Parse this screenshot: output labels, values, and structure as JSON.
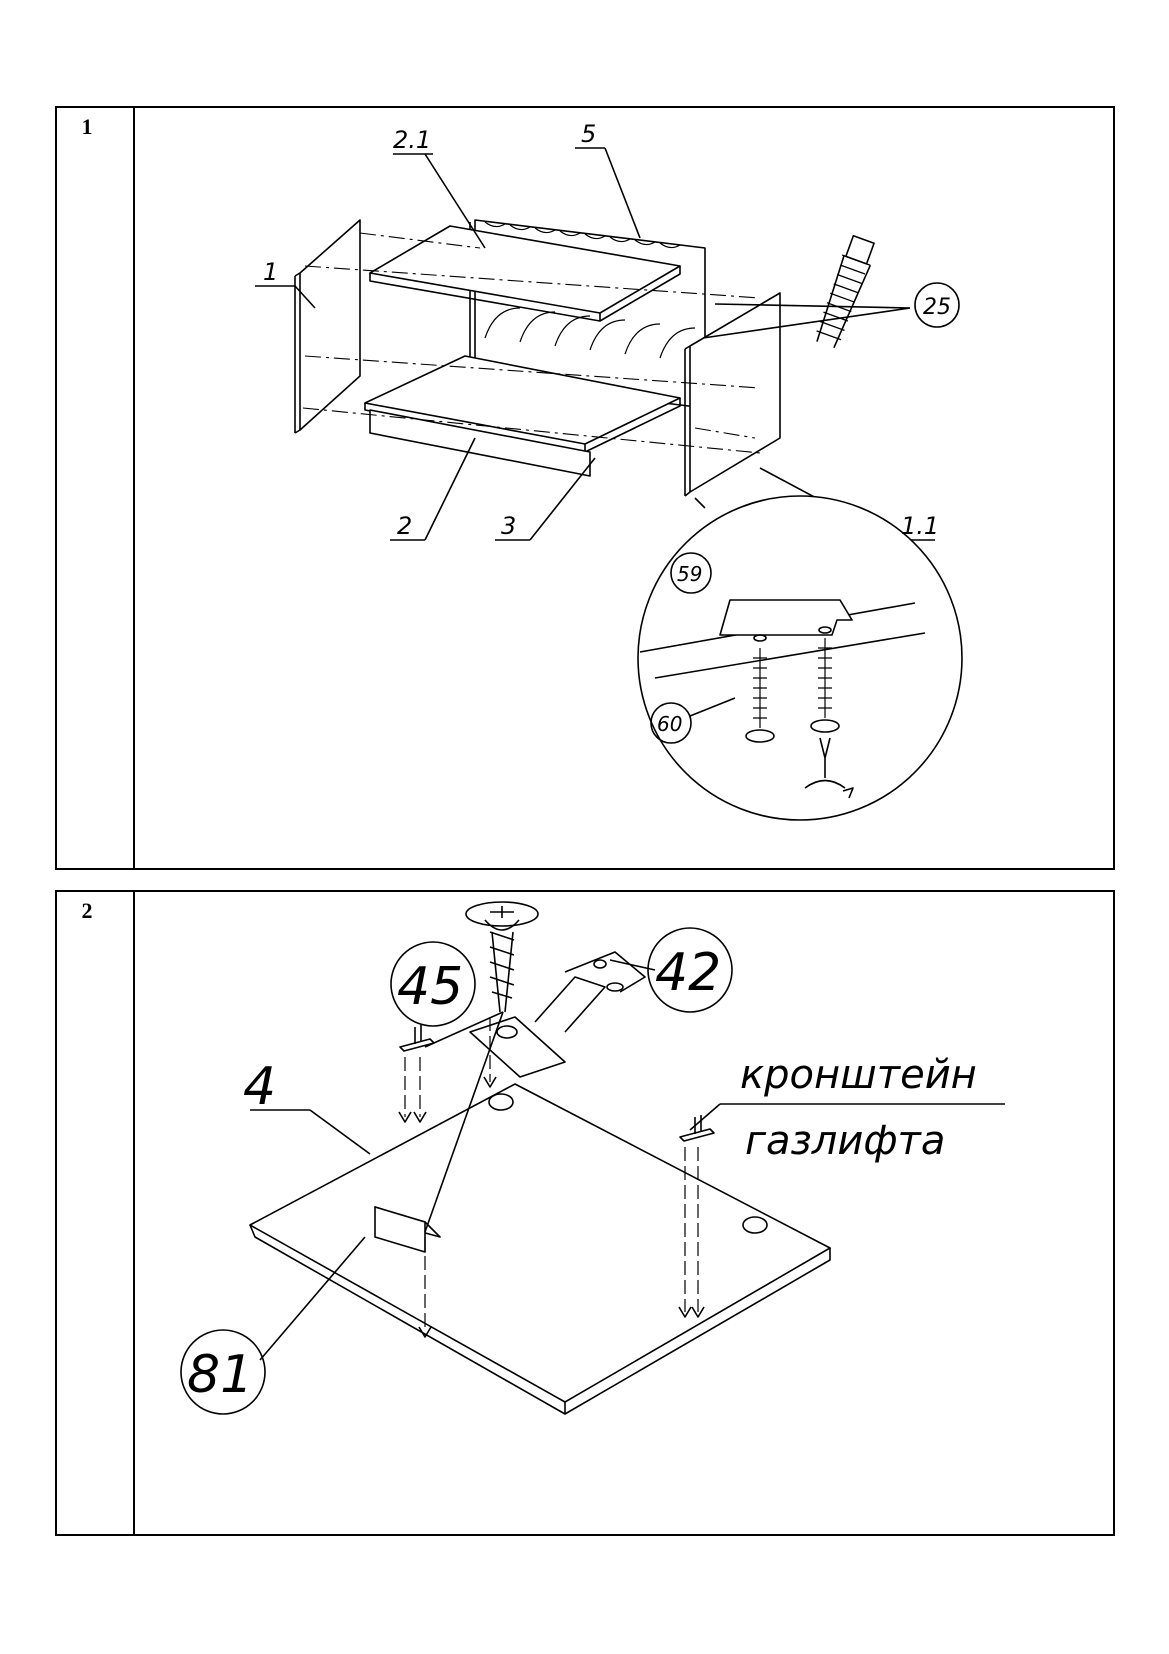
{
  "steps": [
    {
      "number": "1",
      "labels": {
        "side_left": "1",
        "top_shelf": "2.1",
        "back": "5",
        "dowel_callout": "25",
        "bottom_shelf": "2",
        "plinth": "3",
        "side_right": "1.1",
        "bracket": "59",
        "screw": "60"
      }
    },
    {
      "number": "2",
      "labels": {
        "screw": "45",
        "hinge": "42",
        "door": "4",
        "handle": "81",
        "gaslift_line1": "кронштейн",
        "gaslift_line2": "газлифта"
      }
    }
  ]
}
